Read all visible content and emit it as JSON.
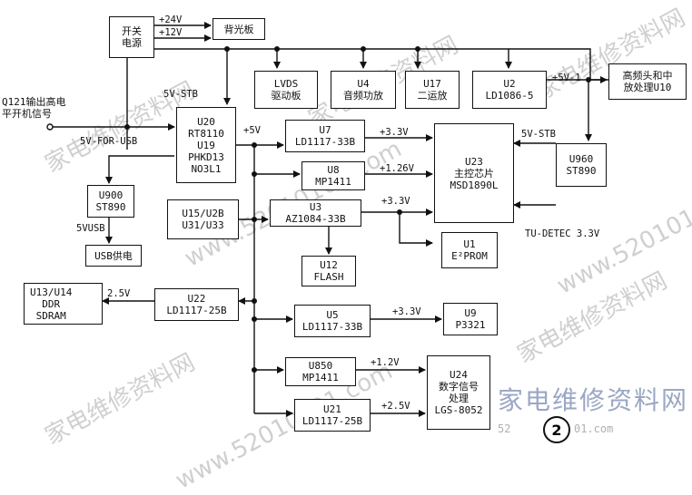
{
  "blocks": {
    "switch_psu": "开关\n电源",
    "backlight": "背光板",
    "lvds": "LVDS\n驱动板",
    "u4": "U4\n音频功放",
    "u17": "U17\n二运放",
    "u2": "U2\nLD1086-5",
    "tuner": "高频头和中\n放处理U10",
    "u20": "U20\nRT8110\nU19\nPHKD13\nNO3L1",
    "u7": "U7\nLD1117-33B",
    "u8": "U8\nMP1411",
    "u3": "U3\nAZ1084-33B",
    "u15": "U15/U2B\nU31/U33",
    "u23": "U23\n主控芯片\nMSD1890L",
    "u960": "U960\nST890",
    "u900": "U900\nST890",
    "usb_power": "USB供电",
    "u1": "U1\nE²PROM",
    "u12": "U12\nFLASH",
    "u13": "U13/U14\nDDR\nSDRAM",
    "u22": "U22\nLD1117-25B",
    "u5": "U5\nLD1117-33B",
    "u9": "U9\nP3321",
    "u850": "U850\nMP1411",
    "u24": "U24\n数字信号\n处理\nLGS-8052",
    "u21": "U21\nLD1117-25B"
  },
  "labels": {
    "v24": "+24V",
    "v12": "+12V",
    "q121": "Q121输出高电\n平开机信号",
    "stb1": "5V-STB",
    "for_usb": "5V-FOR-USB",
    "v5": "+5V",
    "v33_u7": "+3.3V",
    "v126": "+1.26V",
    "v33_u3": "+3.3V",
    "stb2": "5V-STB",
    "v5_1": "+5V-1",
    "tu_detec": "TU-DETEC 3.3V",
    "usb5v": "5VUSB",
    "v25_u22": "2.5V",
    "v33_u5": "+3.3V",
    "v12_u850": "+1.2V",
    "v25_u21": "+2.5V"
  },
  "watermarks": {
    "site_cn": "家电维修资料网",
    "site_url": "www.52010101.com",
    "footer": "52",
    "footer_tail": "01.com",
    "page_no": "2"
  }
}
